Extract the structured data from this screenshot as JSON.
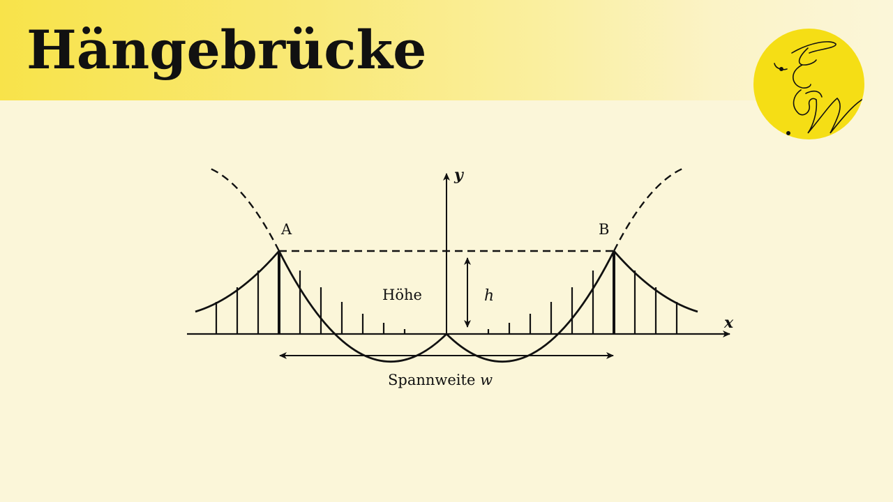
{
  "header": {
    "title": "Hängebrücke"
  },
  "logo": {
    "icon": "en-monogram-logo",
    "letters": [
      "E",
      "N"
    ],
    "background": "#f5de15"
  },
  "diagram": {
    "point_a": "A",
    "point_b": "B",
    "axis_x_label": "x",
    "axis_y_label": "y",
    "height_word": "Höhe",
    "height_symbol": "h",
    "span_label": "Spannweite",
    "span_symbol": "w"
  },
  "colors": {
    "background": "#fbf6d9",
    "title_band_start": "#f8e34a",
    "ink": "#111111"
  }
}
